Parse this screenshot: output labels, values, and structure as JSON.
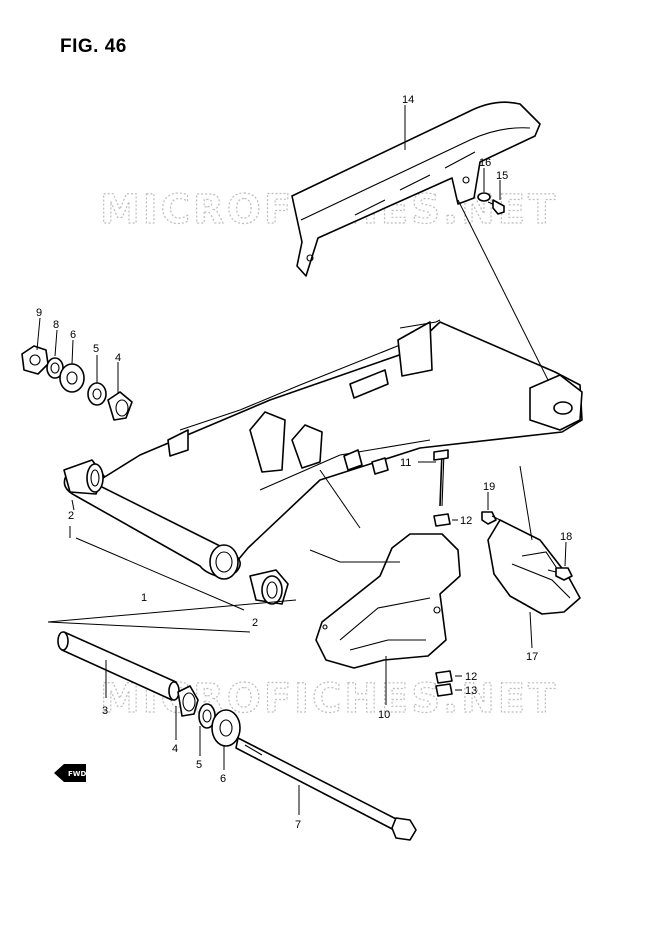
{
  "figure": {
    "title": "FIG. 46"
  },
  "watermark": {
    "text": "MICROFICHES.NET"
  },
  "direction_marker": {
    "text": "FWD"
  },
  "callouts": {
    "c1": "1",
    "c2a": "2",
    "c2b": "2",
    "c3": "3",
    "c4a": "4",
    "c4b": "4",
    "c5a": "5",
    "c5b": "5",
    "c6a": "6",
    "c6b": "6",
    "c7": "7",
    "c8": "8",
    "c9": "9",
    "c10": "10",
    "c11": "11",
    "c12a": "12",
    "c12b": "12",
    "c13": "13",
    "c14": "14",
    "c15": "15",
    "c16": "16",
    "c17": "17",
    "c18": "18",
    "c19": "19"
  }
}
